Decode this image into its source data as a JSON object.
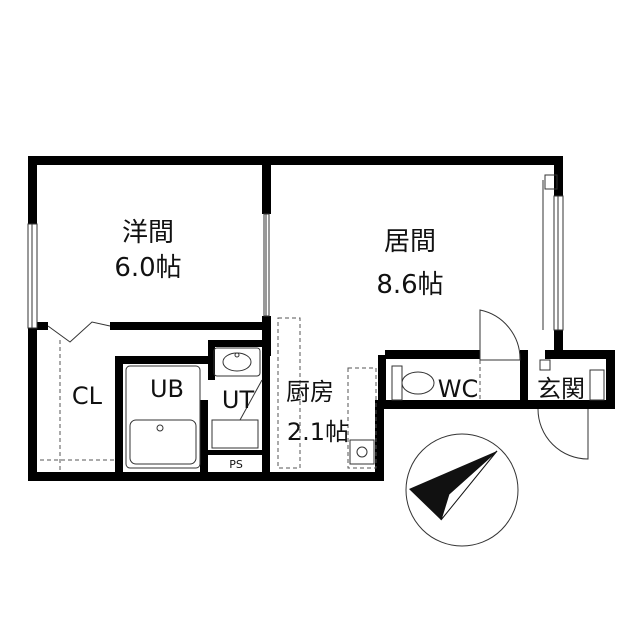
{
  "rooms": {
    "western_room": {
      "name": "洋間",
      "size": "6.0帖"
    },
    "living_room": {
      "name": "居間",
      "size": "8.6帖"
    },
    "closet": {
      "name": "CL"
    },
    "unit_bath": {
      "name": "UB"
    },
    "utility": {
      "name": "UT"
    },
    "kitchen": {
      "name": "厨房",
      "size": "2.1帖"
    },
    "toilet": {
      "name": "WC"
    },
    "entrance": {
      "name": "玄関"
    },
    "pipe_space": {
      "name": "PS"
    }
  },
  "compass": {
    "icon": "north-arrow-icon"
  },
  "colors": {
    "wall": "#000000",
    "background": "#ffffff"
  }
}
